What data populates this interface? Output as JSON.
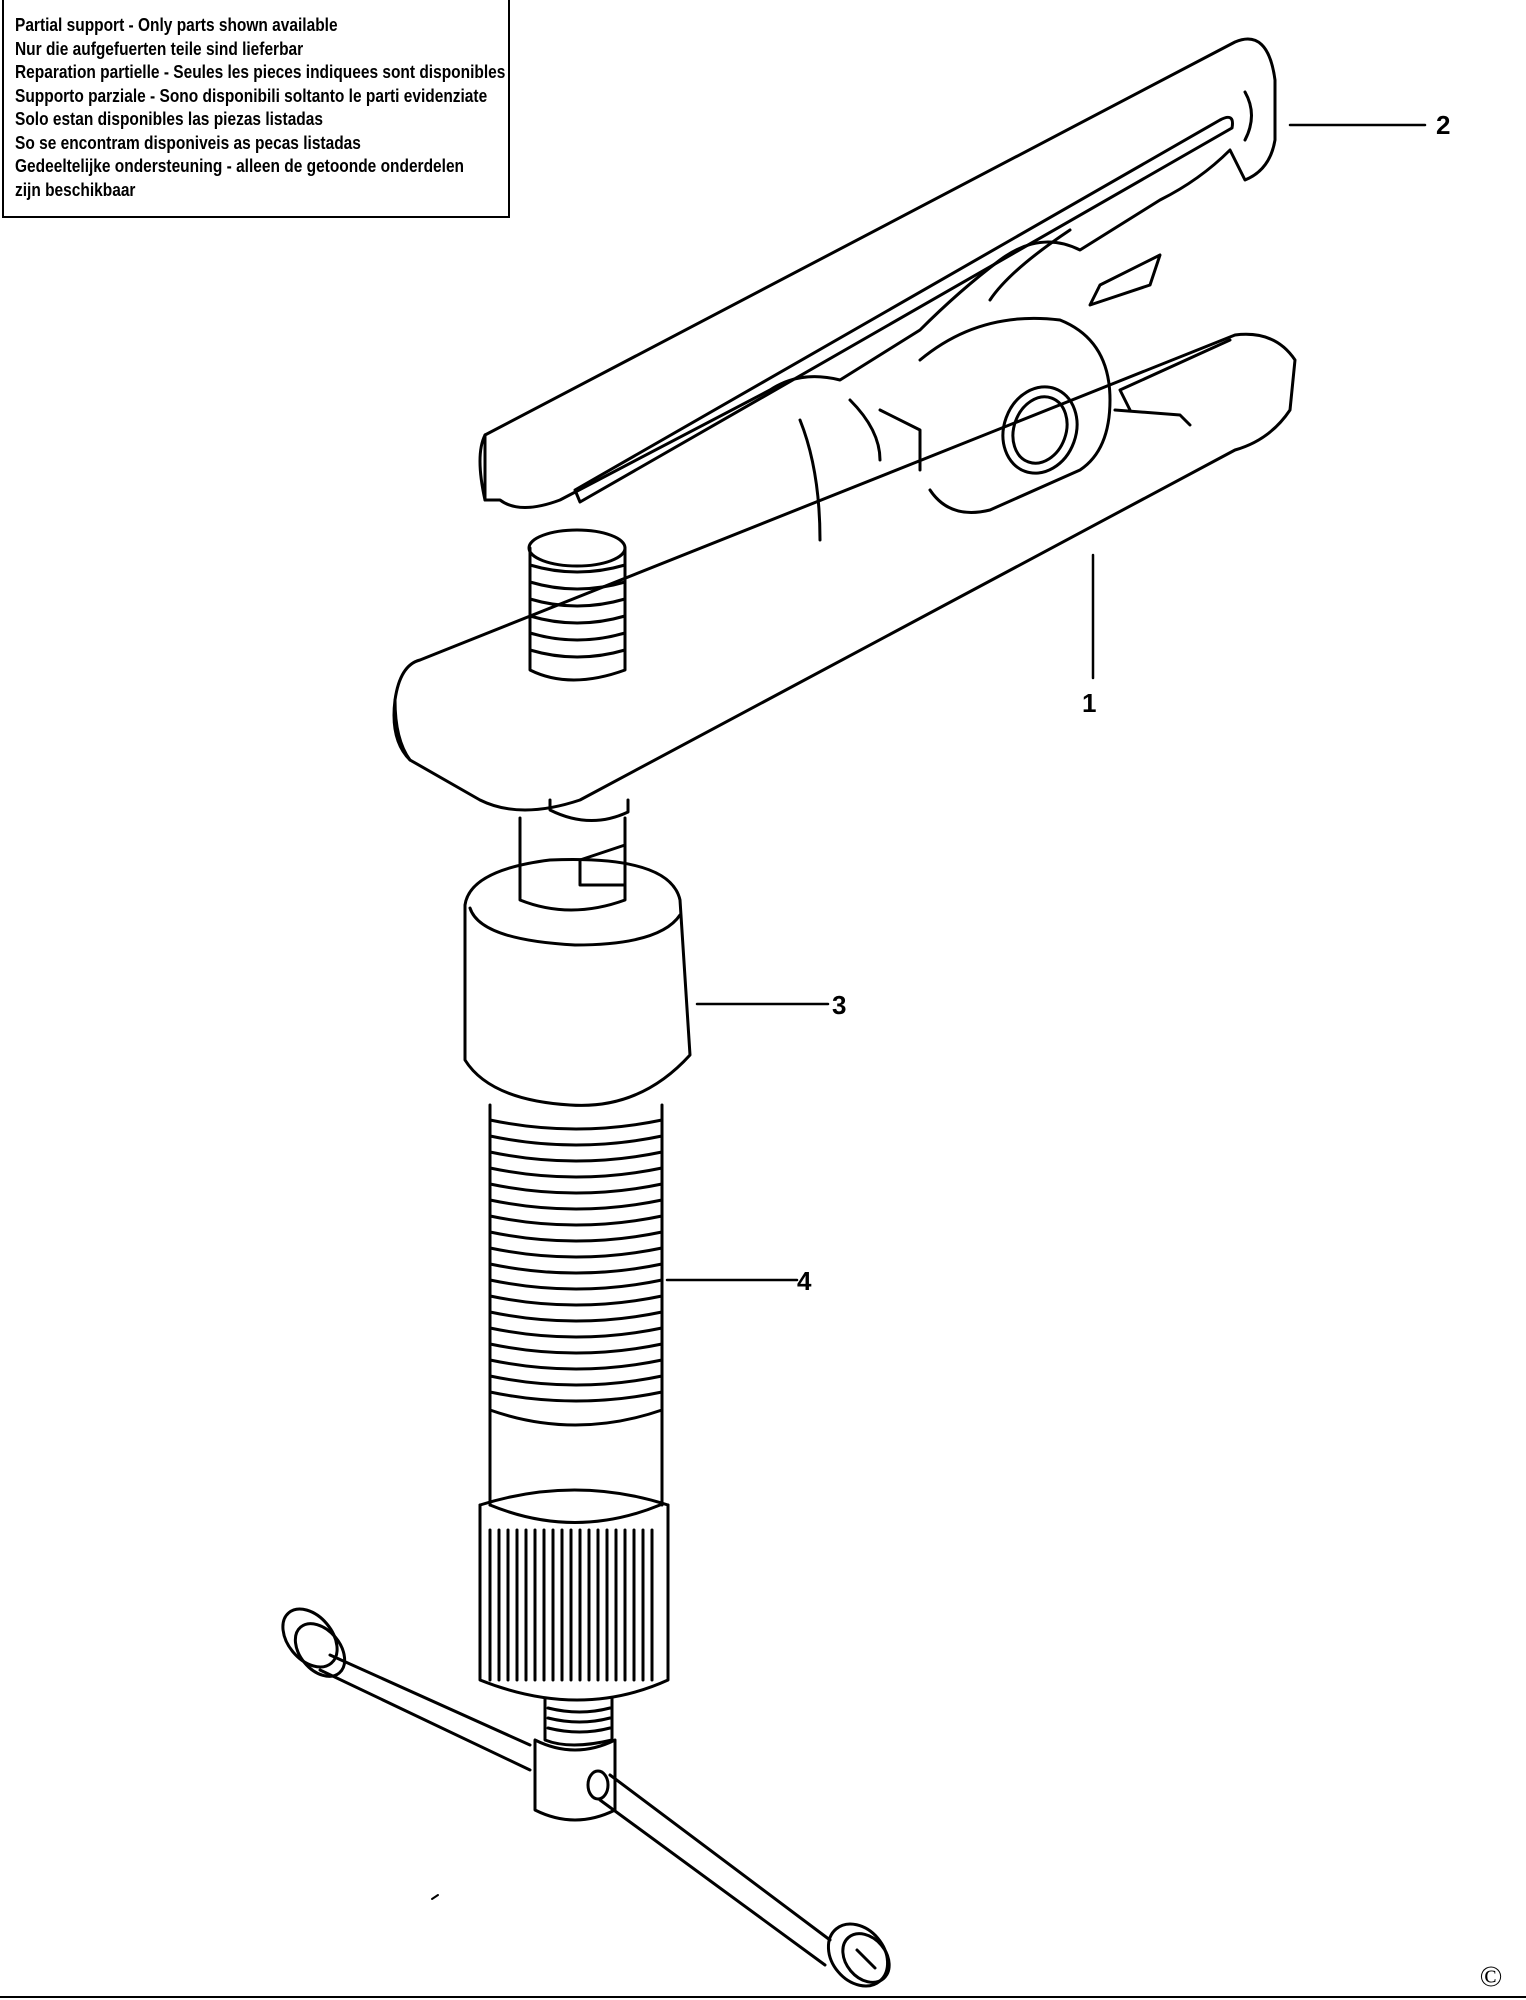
{
  "notice": {
    "lines": [
      "Partial support - Only parts shown available",
      "Nur die aufgefuerten teile sind lieferbar",
      "Reparation partielle - Seules les pieces indiquees sont disponibles",
      "Supporto parziale - Sono disponibili soltanto le parti evidenziate",
      "Solo estan disponibles las piezas listadas",
      "So se encontram disponiveis as pecas listadas",
      "Gedeeltelijke ondersteuning - alleen de getoonde onderdelen",
      "zijn beschikbaar"
    ]
  },
  "callouts": [
    {
      "label": "1",
      "part": "tool-body"
    },
    {
      "label": "2",
      "part": "upper-arm"
    },
    {
      "label": "3",
      "part": "sleeve"
    },
    {
      "label": "4",
      "part": "threaded-spindle"
    }
  ],
  "copyright_symbol": "©"
}
